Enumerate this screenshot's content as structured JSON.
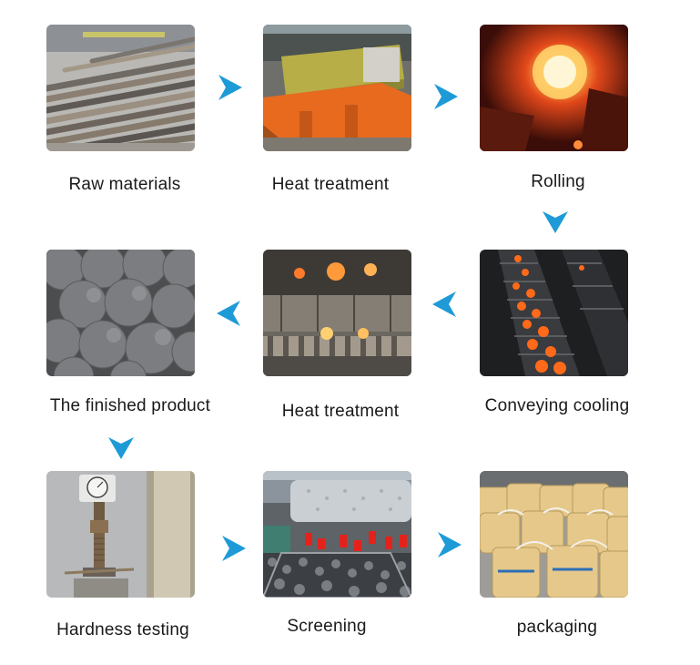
{
  "accent_color": "#1e9bd7",
  "steps": [
    {
      "label": "Raw materials",
      "icon": "steel-bars-photo"
    },
    {
      "label": "Heat treatment",
      "icon": "furnace-line-photo"
    },
    {
      "label": "Rolling",
      "icon": "hot-rolling-photo"
    },
    {
      "label": "Conveying cooling",
      "icon": "conveyor-photo"
    },
    {
      "label": "Heat treatment",
      "icon": "quenching-screw-photo"
    },
    {
      "label": "The finished product",
      "icon": "steel-balls-photo"
    },
    {
      "label": "Hardness testing",
      "icon": "hardness-tester-photo"
    },
    {
      "label": "Screening",
      "icon": "screening-workshop-photo"
    },
    {
      "label": "packaging",
      "icon": "bulk-bags-photo"
    }
  ],
  "arrows": [
    "right",
    "right",
    "down",
    "left",
    "left",
    "down",
    "right",
    "right"
  ]
}
